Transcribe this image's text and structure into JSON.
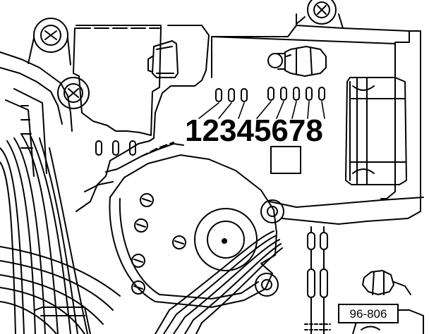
{
  "diagram": {
    "terminal_numbers": [
      "1",
      "2",
      "3",
      "4",
      "5",
      "6",
      "7",
      "8"
    ],
    "reference_code": "96-806"
  },
  "colors": {
    "ink": "#000000",
    "paper": "#ffffff"
  }
}
